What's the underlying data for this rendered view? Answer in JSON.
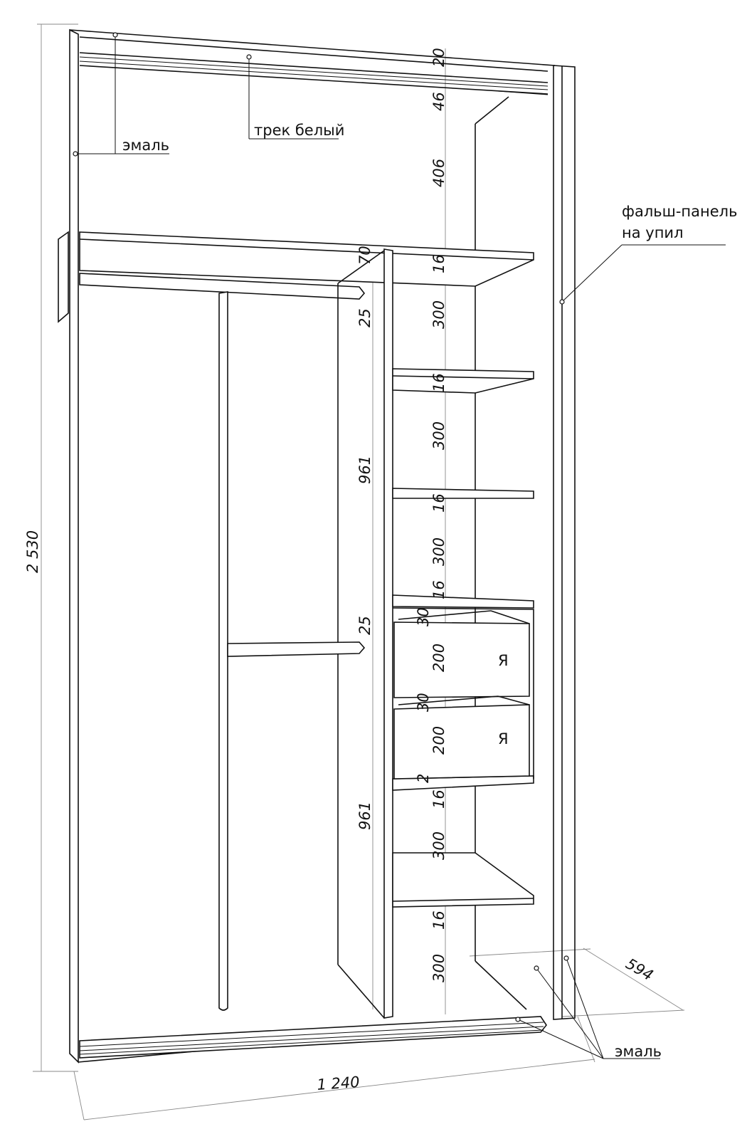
{
  "labels": {
    "enamel_top": "эмаль",
    "track": "трек белый",
    "false_panel_line1": "фальш-панель",
    "false_panel_line2": "на упил",
    "enamel_bottom": "эмаль",
    "drawer_mark": "Я"
  },
  "dimensions": {
    "total_height": "2 530",
    "total_width": "1 240",
    "depth": "594",
    "column": [
      "20",
      "46",
      "406",
      "16",
      "300",
      "16",
      "300",
      "16",
      "300",
      "16",
      "30",
      "200",
      "30",
      "200",
      "2",
      "16",
      "300",
      "16",
      "300"
    ],
    "left_col": [
      "70",
      "25",
      "961",
      "25",
      "961"
    ]
  }
}
